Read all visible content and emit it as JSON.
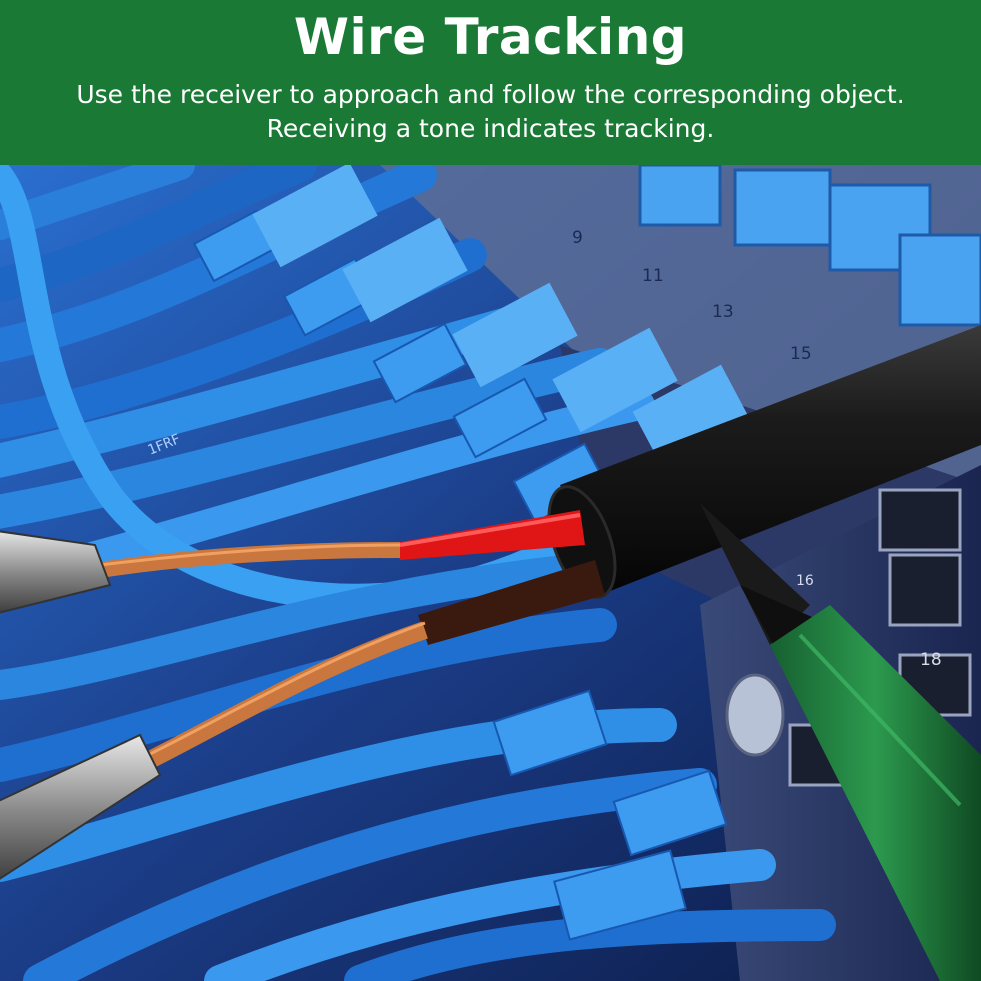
{
  "banner": {
    "title": "Wire Tracking",
    "subtitle_line1": "Use the receiver to approach and follow the corresponding object.",
    "subtitle_line2": "Receiving a tone indicates tracking."
  },
  "photo": {
    "port_numbers": [
      "9",
      "11",
      "13",
      "15",
      "18",
      "16"
    ],
    "cable_print": "1FRF",
    "colors": {
      "banner_green": "#1a7a35",
      "cable_blue": "#2f8fe6",
      "probe_green": "#1f7a3a",
      "wire_red": "#e01616",
      "wire_brown": "#3a1a0e",
      "copper": "#c9773e",
      "cable_black": "#141414"
    }
  }
}
